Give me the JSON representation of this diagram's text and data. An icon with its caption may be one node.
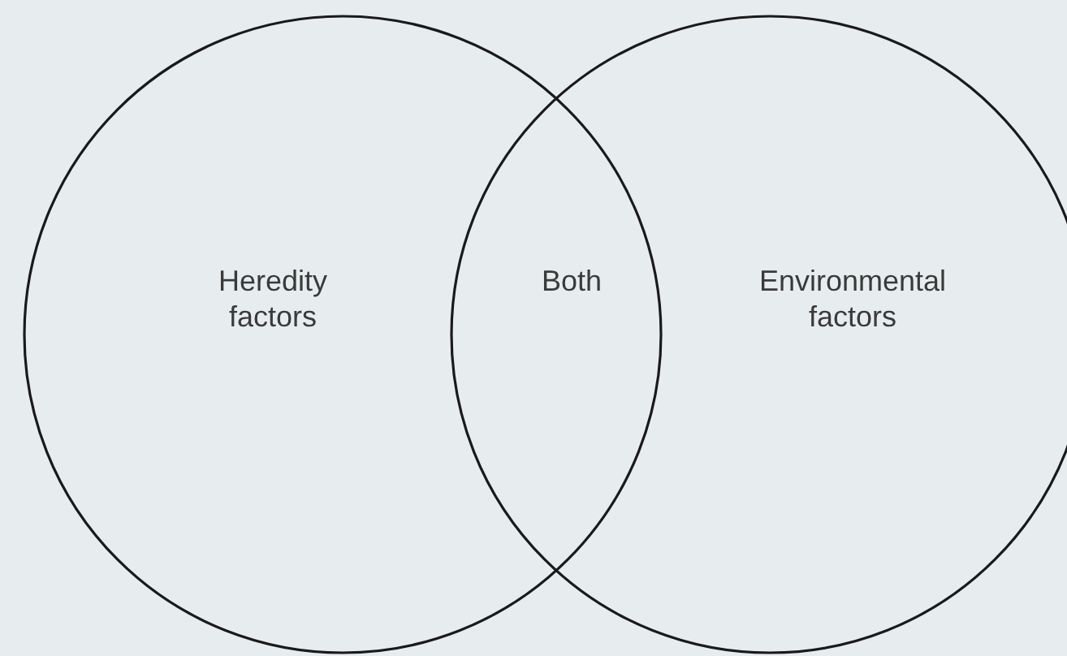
{
  "diagram": {
    "nodes": [
      {
        "text": [
          "Heredity factors"
        ]
      },
      {
        "text": [
          "Environmental factors"
        ]
      }
    ],
    "labels": [
      "Both"
    ]
  }
}
